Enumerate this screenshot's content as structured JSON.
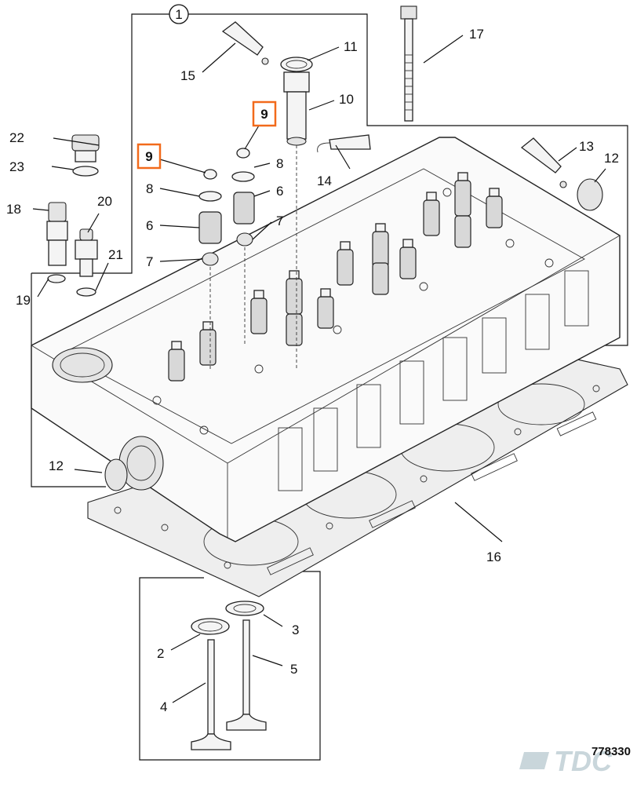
{
  "diagram": {
    "labels": [
      {
        "id": "l1",
        "text": "1"
      },
      {
        "id": "l2",
        "text": "2"
      },
      {
        "id": "l3",
        "text": "3"
      },
      {
        "id": "l4",
        "text": "4"
      },
      {
        "id": "l5",
        "text": "5"
      },
      {
        "id": "l6a",
        "text": "6"
      },
      {
        "id": "l6b",
        "text": "6"
      },
      {
        "id": "l7a",
        "text": "7"
      },
      {
        "id": "l7b",
        "text": "7"
      },
      {
        "id": "l8a",
        "text": "8"
      },
      {
        "id": "l8b",
        "text": "8"
      },
      {
        "id": "l9a",
        "text": "9"
      },
      {
        "id": "l9b",
        "text": "9"
      },
      {
        "id": "l10",
        "text": "10"
      },
      {
        "id": "l11",
        "text": "11"
      },
      {
        "id": "l12a",
        "text": "12"
      },
      {
        "id": "l12b",
        "text": "12"
      },
      {
        "id": "l13",
        "text": "13"
      },
      {
        "id": "l14",
        "text": "14"
      },
      {
        "id": "l15",
        "text": "15"
      },
      {
        "id": "l16",
        "text": "16"
      },
      {
        "id": "l17",
        "text": "17"
      },
      {
        "id": "l18",
        "text": "18"
      },
      {
        "id": "l19",
        "text": "19"
      },
      {
        "id": "l20",
        "text": "20"
      },
      {
        "id": "l21",
        "text": "21"
      },
      {
        "id": "l22",
        "text": "22"
      },
      {
        "id": "l23",
        "text": "23"
      }
    ],
    "highlight_color": "#f26a1b",
    "drawing_number": "778330",
    "logo_text": "TDC"
  }
}
